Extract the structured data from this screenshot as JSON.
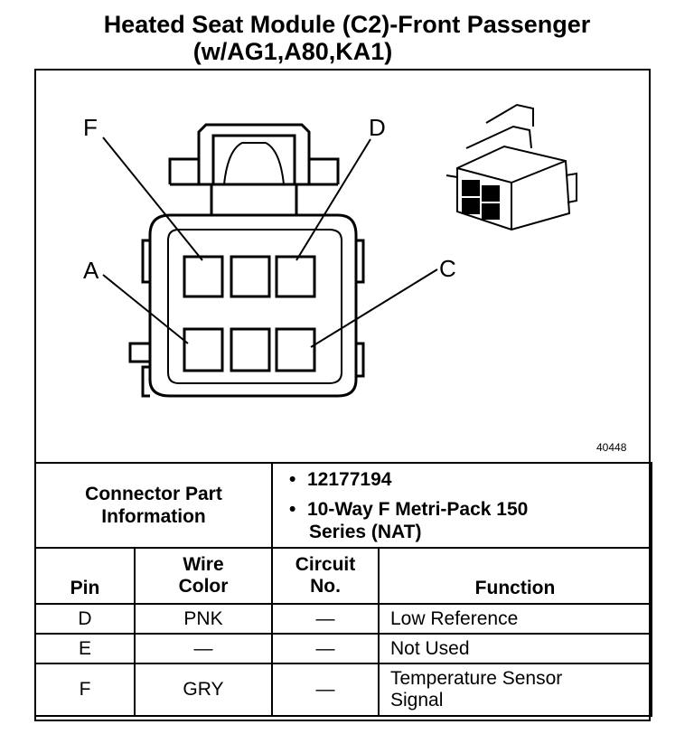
{
  "title": {
    "line1": "Heated Seat Module (C2)-Front Passenger",
    "line2": "(w/AG1,A80,KA1)"
  },
  "diagram": {
    "pin_labels": {
      "F": "F",
      "D": "D",
      "A": "A",
      "C": "C"
    },
    "figure_number": "40448"
  },
  "connector_info": {
    "label": "Connector Part Information",
    "bullet": "•",
    "items": [
      "12177194",
      "10-Way F Metri-Pack 150 Series (NAT)"
    ]
  },
  "table": {
    "headers": {
      "pin": "Pin",
      "wire_color_1": "Wire",
      "wire_color_2": "Color",
      "circuit_1": "Circuit",
      "circuit_2": "No.",
      "function": "Function"
    },
    "rows": [
      {
        "pin": "D",
        "wire_color": "PNK",
        "circuit": "—",
        "function_1": "Low Reference",
        "function_2": ""
      },
      {
        "pin": "E",
        "wire_color": "—",
        "circuit": "—",
        "function_1": "Not Used",
        "function_2": ""
      },
      {
        "pin": "F",
        "wire_color": "GRY",
        "circuit": "—",
        "function_1": "Temperature Sensor",
        "function_2": "Signal"
      }
    ]
  }
}
